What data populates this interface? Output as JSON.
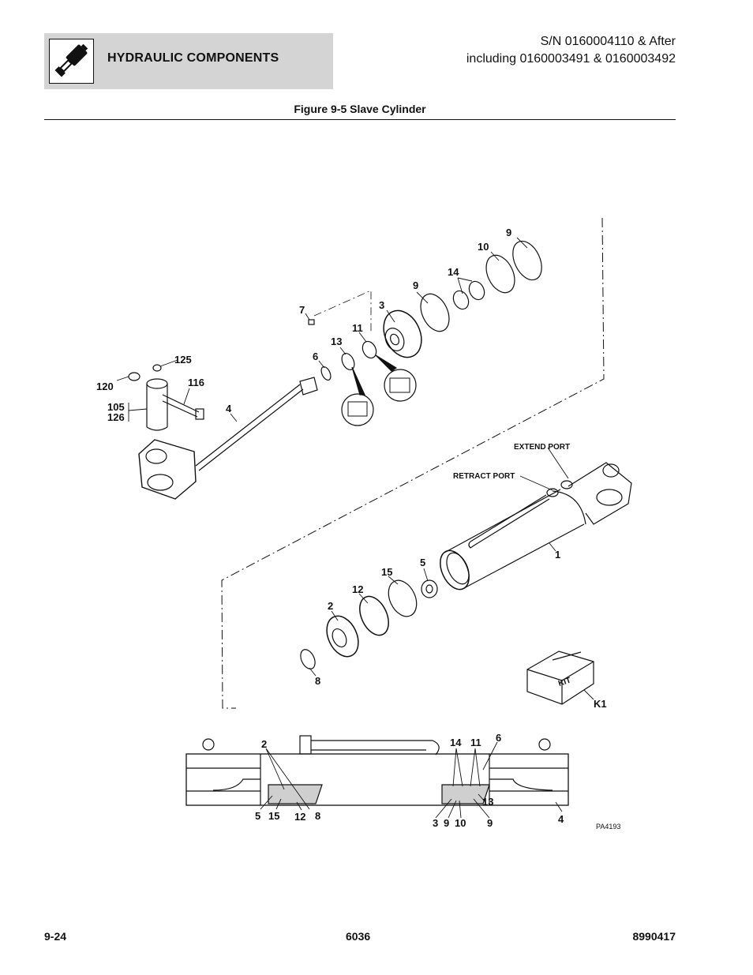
{
  "header": {
    "title": "HYDRAULIC COMPONENTS",
    "icon": "hydraulic-cylinder-icon",
    "serial_line1": "S/N 0160004110 & After",
    "serial_line2": "including 0160003491 & 0160003492"
  },
  "figure": {
    "title": "Figure 9-5 Slave Cylinder",
    "ports": {
      "extend": "EXTEND PORT",
      "retract": "RETRACT PORT"
    },
    "kit_label": "KIT",
    "art_code": "PA4193",
    "callouts": {
      "c9a": "9",
      "c10a": "10",
      "c14a": "14",
      "c9b": "9",
      "c3a": "3",
      "c7": "7",
      "c11a": "11",
      "c13a": "13",
      "c6a": "6",
      "c125": "125",
      "c120": "120",
      "c116": "116",
      "c105": "105",
      "c126": "126",
      "c4a": "4",
      "c1": "1",
      "c5a": "5",
      "c15a": "15",
      "c12a": "12",
      "c2a": "2",
      "c8a": "8",
      "ck1": "K1",
      "c2b": "2",
      "c14b": "14",
      "c11b": "11",
      "c6b": "6",
      "c13b": "13",
      "c5b": "5",
      "c15b": "15",
      "c12b": "12",
      "c8b": "8",
      "c3b": "3",
      "c9c": "9",
      "c10b": "10",
      "c9d": "9",
      "c4b": "4"
    }
  },
  "footer": {
    "page": "9-24",
    "model": "6036",
    "manual": "8990417"
  }
}
